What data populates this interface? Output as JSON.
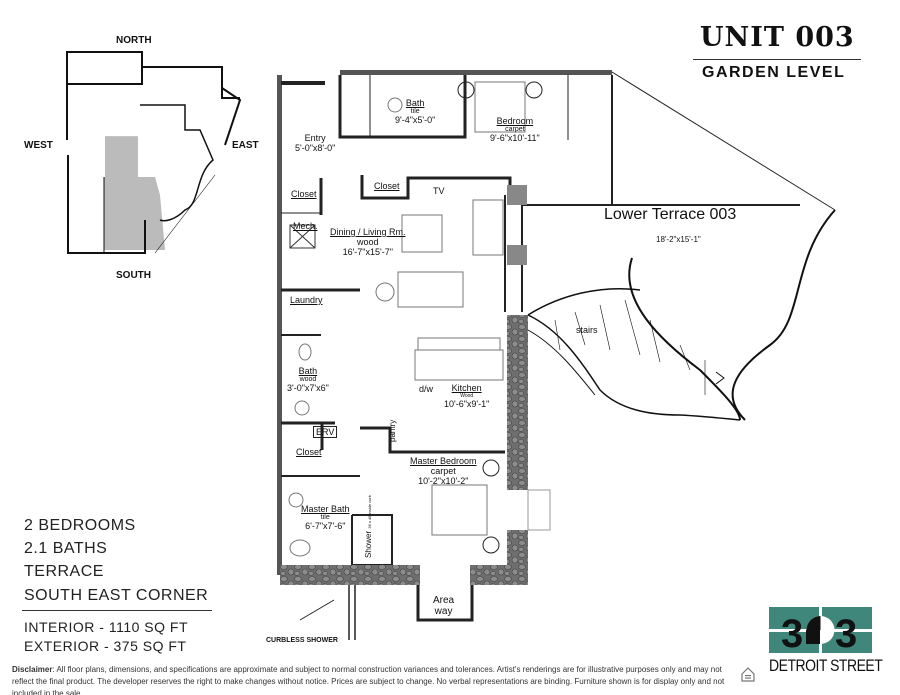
{
  "header": {
    "unit_title": "UNIT 003",
    "level": "GARDEN LEVEL"
  },
  "key_plan": {
    "north": "NORTH",
    "south": "SOUTH",
    "east": "EAST",
    "west": "WEST"
  },
  "specs": {
    "bedrooms": "2 BEDROOMS",
    "baths": "2.1 BATHS",
    "terrace": "TERRACE",
    "corner": "SOUTH EAST CORNER",
    "interior": "INTERIOR - 1110 SQ FT",
    "exterior": "EXTERIOR - 375 SQ FT"
  },
  "rooms": {
    "entry": {
      "name": "Entry",
      "dims": "5'-0\"x8'-0\""
    },
    "bath1": {
      "name": "Bath",
      "finish": "tile",
      "dims": "9'-4\"x5'-0\""
    },
    "bedroom": {
      "name": "Bedroom",
      "finish": "carpet",
      "dims": "9'-6\"x10'-11\""
    },
    "closet_hall": "Closet",
    "tv": "TV",
    "closet_entry": "Closet",
    "mech": "Mech.",
    "living": {
      "name": "Dining / Living Rm.",
      "finish": "wood",
      "dims": "16'-7\"x15'-7\""
    },
    "laundry": "Laundry",
    "terrace": {
      "name": "Lower Terrace 003",
      "dims": "18'-2\"x15'-1\""
    },
    "stairs": "stairs",
    "bath2": {
      "name": "Bath",
      "finish": "wood",
      "dims": "3'-0\"x7'x6\""
    },
    "dw": "d/w",
    "kitchen": {
      "name": "Kitchen",
      "finish": "Wood",
      "dims": "10'-6\"x9'-1\""
    },
    "erv": "ERV",
    "pantry": "pantry",
    "closet_master": "Closet",
    "master_bedroom": {
      "name": "Master Bedroom",
      "finish": "carpet",
      "dims": "10'-2\"x10'-2\""
    },
    "master_bath": {
      "name": "Master Bath",
      "finish": "tile",
      "dims": "6'-7\"x7'-6\""
    },
    "shower": {
      "name": "Shower",
      "note": "36 x 48 inside curb"
    },
    "areaway": {
      "line1": "Area",
      "line2": "way"
    },
    "curbless": "CURBLESS SHOWER"
  },
  "disclaimer": {
    "label": "Disclaimer",
    "text": ": All floor plans, dimensions, and specifications are approximate and subject to normal construction variances and tolerances. Artist's renderings are for illustrative purposes only and may not reflect the final product. The developer reserves the right to make changes without notice. Prices are subject to change. No verbal representations are binding. Furniture shown is for display only and not included in the sale."
  },
  "logo": {
    "number": "303",
    "name": "DETROIT STREET",
    "color": "#3f877a"
  },
  "icons": {
    "equal_housing": "equal-housing-icon"
  }
}
